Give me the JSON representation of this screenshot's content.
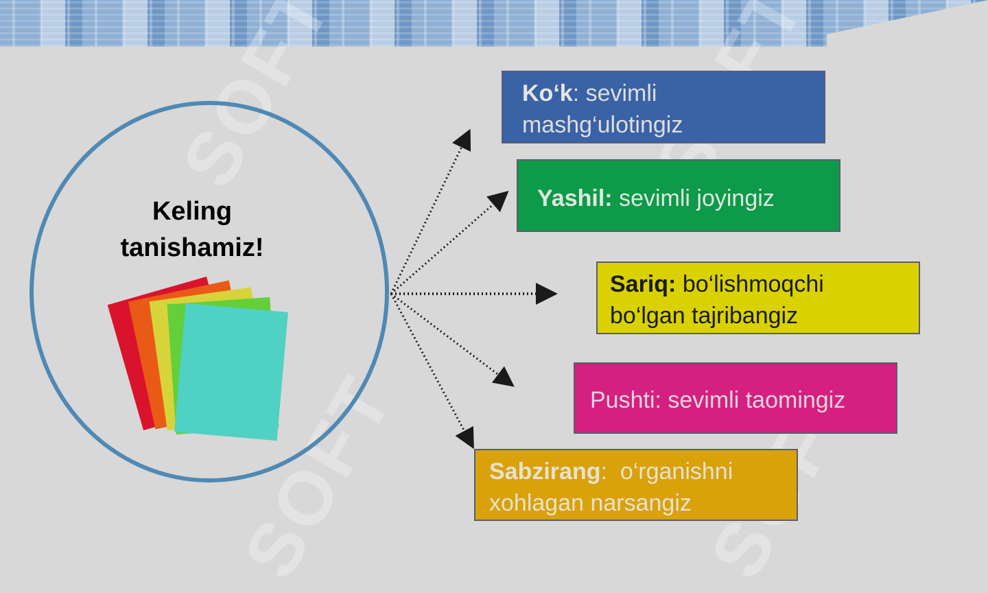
{
  "title": "Keling tanishamiz!",
  "watermark": "SOFT",
  "cards": [
    {
      "key": "Ko‘k",
      "sep": ": ",
      "text": "sevimli mashg‘ulotingiz",
      "bg": "#3a62a6",
      "keyColor": "#e6e6e6",
      "textColor": "#dedede"
    },
    {
      "key": "Yashil:",
      "sep": " ",
      "text": "sevimli joyingiz",
      "bg": "#0d9a49",
      "keyColor": "#dfe8df",
      "textColor": "#dfe8df"
    },
    {
      "key": "Sariq:",
      "sep": " ",
      "text": "bo‘lishmoqchi bo‘lgan tajribangiz",
      "bg": "#d9d200",
      "keyColor": "#1a1a1a",
      "textColor": "#1a1a1a"
    },
    {
      "key": "",
      "sep": "",
      "text": "Pushti: sevimli taomingiz",
      "bg": "#d6207f",
      "keyColor": "#e5d5e0",
      "textColor": "#e5d5e0"
    },
    {
      "key": "Sabzirang",
      "sep": ":  ",
      "text": "o‘rganishni xohlagan narsangiz",
      "bg": "#d9a10a",
      "keyColor": "#e8e2cf",
      "textColor": "#e8e2cf"
    }
  ],
  "colors": {
    "circle": "#4f89b4",
    "papers": [
      "#d9132c",
      "#ea5a17",
      "#d6d43a",
      "#63cf3a",
      "#4fd1c3"
    ]
  }
}
